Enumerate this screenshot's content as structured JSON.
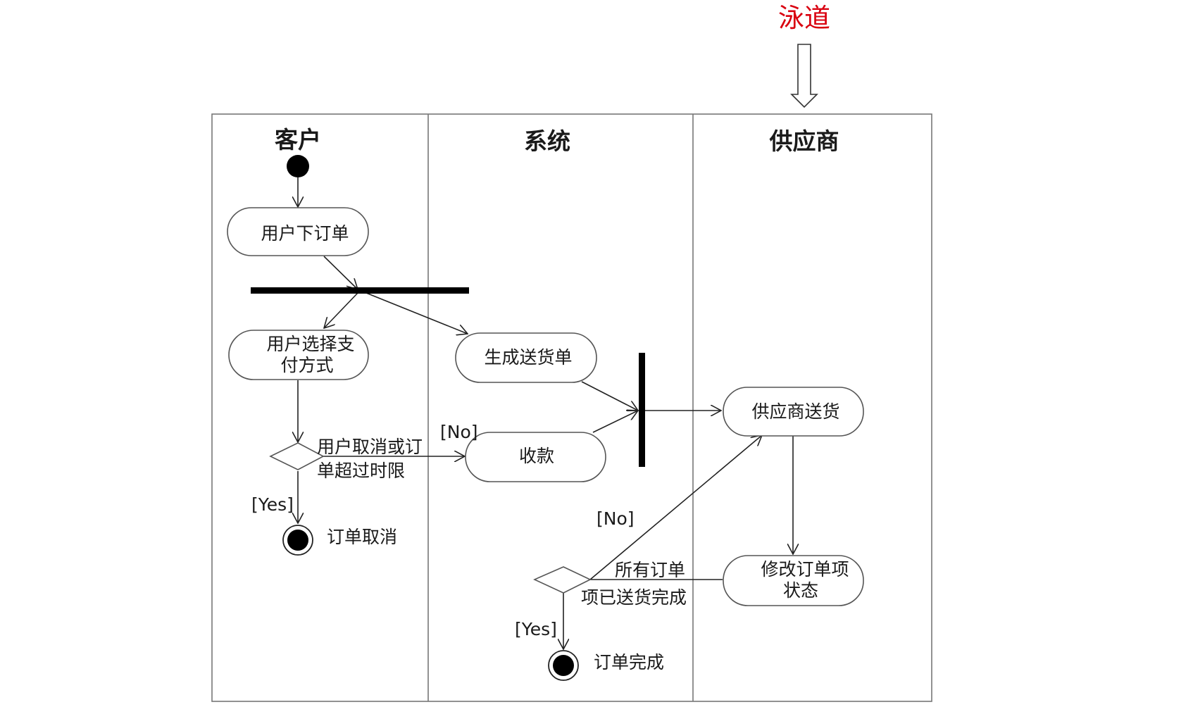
{
  "callout": {
    "label": "泳道"
  },
  "lanes": [
    "客户",
    "系统",
    "供应商"
  ],
  "activities": {
    "place_order": "用户下订单",
    "choose_payment_1": "用户选择支",
    "choose_payment_2": "付方式",
    "gen_delivery": "生成送货单",
    "collect_payment": "收款",
    "supplier_deliver": "供应商送货",
    "update_status_1": "修改订单项",
    "update_status_2": "状态"
  },
  "guards": {
    "cancel_cond_1": "用户取消或订",
    "cancel_cond_2": "单超过时限",
    "no_payment": "[No]",
    "yes_cancel": "[Yes]",
    "no_delivery": "[No]",
    "all_done_1": "所有订单",
    "all_done_2": "项已送货完成",
    "yes_done": "[Yes]"
  },
  "end_states": {
    "cancelled": "订单取消",
    "completed": "订单完成"
  }
}
